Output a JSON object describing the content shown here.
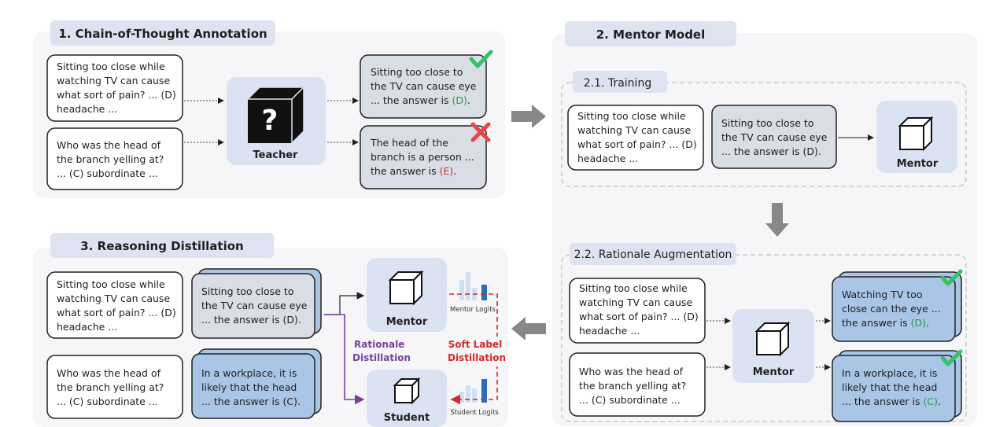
{
  "sections": {
    "s1_title": "1. Chain-of-Thought Annotation",
    "s2_title": "2. Mentor Model",
    "s21_title": "2.1. Training",
    "s22_title": "2.2. Rationale Augmentation",
    "s3_title": "3. Reasoning Distillation"
  },
  "questions": {
    "q1": [
      "Sitting too close while",
      "watching TV can cause",
      "what sort of pain? ... (D)",
      "headache ..."
    ],
    "q2": [
      "Who was the head of",
      "the branch yelling at?",
      "... (C) subordinate ..."
    ]
  },
  "teacher": {
    "label": "Teacher",
    "mark": "?"
  },
  "s1_outputs": {
    "good": [
      "Sitting too close to",
      "the TV can cause eye",
      "... the answer is ",
      "(D)",
      "."
    ],
    "bad": [
      "The head of the",
      "branch is a person ...",
      "the answer is ",
      "(E)",
      "."
    ]
  },
  "s21_rationale": [
    "Sitting too close to",
    "the TV can cause eye",
    "... the answer is (D)."
  ],
  "mentor_label": "Mentor",
  "student_label": "Student",
  "s22_outputs": {
    "a": [
      "Watching TV too",
      "close can the eye ...",
      "the answer is ",
      "(D)",
      "."
    ],
    "b": [
      "In a workplace, it is",
      "likely that the head",
      "... the answer is ",
      "(C)",
      "."
    ]
  },
  "s3_rationales": {
    "a": [
      "Sitting too close to",
      "the TV can cause eye",
      "... the answer is (D)."
    ],
    "b": [
      "In a workplace, it is",
      "likely that the head",
      "... the answer is (C)."
    ]
  },
  "distill": {
    "rationale": [
      "Rationale",
      "Distillation"
    ],
    "soft": [
      "Soft Label",
      "Distillation"
    ],
    "mentor_logits": "Mentor Logits",
    "student_logits": "Student Logits"
  },
  "colors": {
    "section_bg": "#f6f6f8",
    "header_bg": "#dfe3f1",
    "grey_box": "#d9dde5",
    "blue_box": "#a9c6e6",
    "node_bg": "#dbe2f2",
    "check": "#35c06a",
    "cross": "#e34848"
  }
}
